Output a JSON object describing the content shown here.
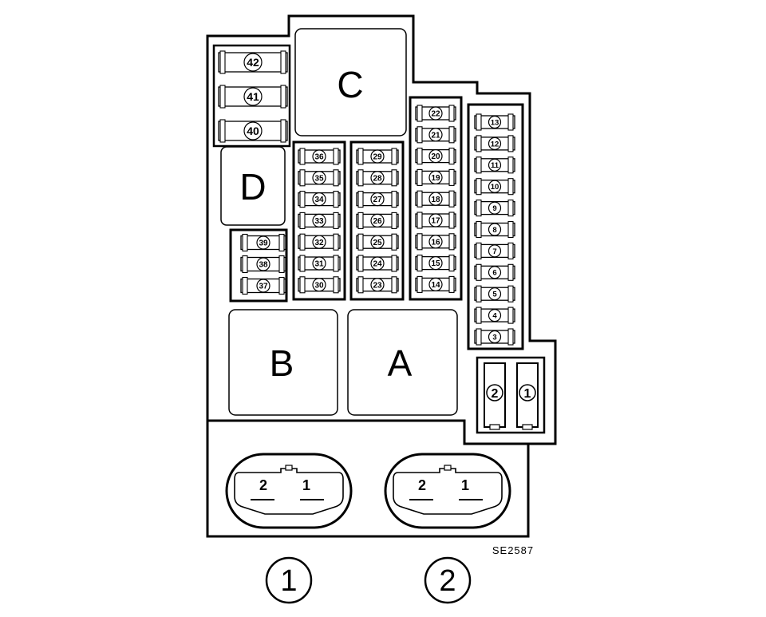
{
  "relays": [
    {
      "id": "relay-c",
      "label": "C"
    },
    {
      "id": "relay-d",
      "label": "D"
    },
    {
      "id": "relay-b",
      "label": "B"
    },
    {
      "id": "relay-a",
      "label": "A"
    }
  ],
  "fuse_columns": [
    {
      "id": "col-40-42",
      "fuses": [
        "42",
        "41",
        "40"
      ]
    },
    {
      "id": "col-37-39",
      "fuses": [
        "39",
        "38",
        "37"
      ]
    },
    {
      "id": "col-30-36",
      "fuses": [
        "36",
        "35",
        "34",
        "33",
        "32",
        "31",
        "30"
      ]
    },
    {
      "id": "col-23-29",
      "fuses": [
        "29",
        "28",
        "27",
        "26",
        "25",
        "24",
        "23"
      ]
    },
    {
      "id": "col-14-22",
      "fuses": [
        "22",
        "21",
        "20",
        "19",
        "18",
        "17",
        "16",
        "15",
        "14"
      ]
    },
    {
      "id": "col-3-13",
      "fuses": [
        "13",
        "12",
        "11",
        "10",
        "9",
        "8",
        "7",
        "6",
        "5",
        "4",
        "3"
      ]
    }
  ],
  "maxi_fuses": [
    "2",
    "1"
  ],
  "connectors": [
    {
      "id": "connector-1",
      "pins": [
        "2",
        "1"
      ],
      "number": "1"
    },
    {
      "id": "connector-2",
      "pins": [
        "2",
        "1"
      ],
      "number": "2"
    }
  ],
  "reference_code": "SE2587"
}
